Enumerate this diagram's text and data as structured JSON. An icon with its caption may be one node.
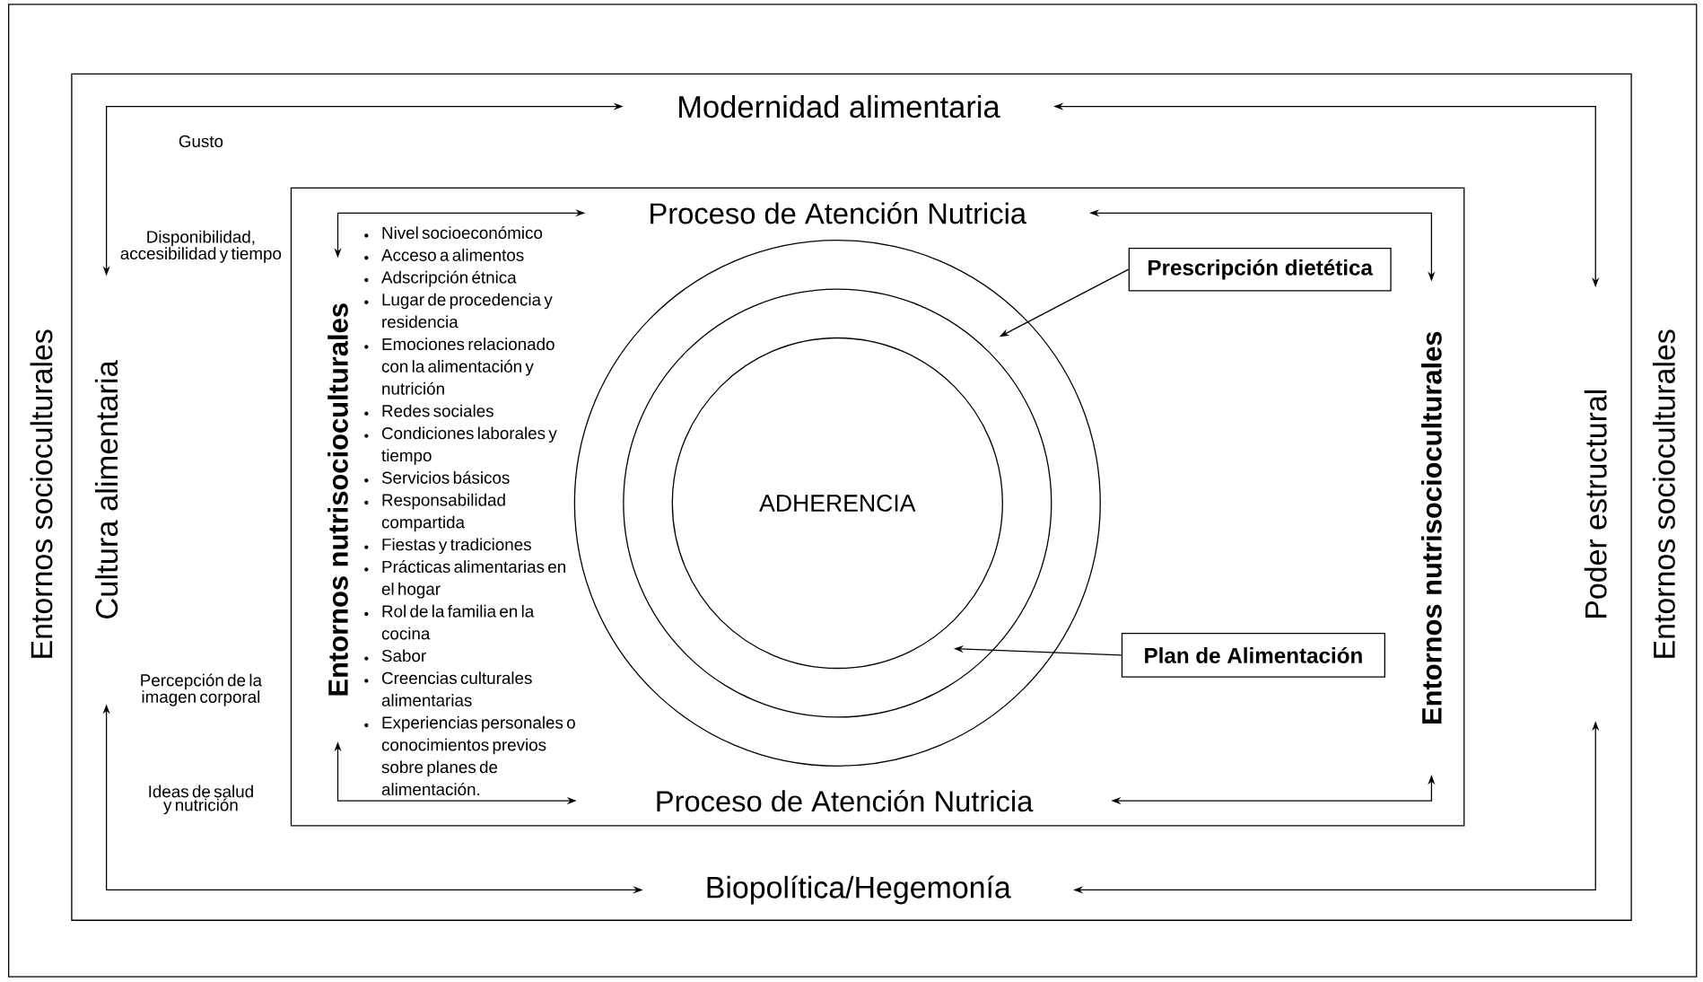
{
  "diagram": {
    "nodes": [
      {
        "text": [
          "Entornos socioculturales",
          "Entornos socioculturales"
        ]
      },
      {
        "text": [],
        "shape": "box",
        "in": 0
      },
      {
        "text": [
          "Modernidad alimentaria"
        ],
        "in": 1
      },
      {
        "text": [
          "Cultura alimentaria"
        ],
        "in": 1
      },
      {
        "text": [
          "Poder estructural"
        ],
        "in": 1
      },
      {
        "text": [
          "Biopolítica/Hegemonía"
        ],
        "in": 1
      },
      {
        "text": [],
        "shape": "box",
        "in": 1
      },
      {
        "text": [
          "Proceso de Atención Nutricia"
        ],
        "in": 6
      },
      {
        "text": [
          "Entornos nutrisocioculturales"
        ],
        "in": 6
      },
      {
        "text": [
          "Entornos nutrisocioculturales"
        ],
        "in": 6
      },
      {
        "text": [
          "Proceso de Atención Nutricia"
        ],
        "in": 6
      },
      {
        "text": [],
        "shape": "circle",
        "in": 6
      },
      {
        "text": [],
        "shape": "circle",
        "in": 11
      },
      {
        "text": [
          "ADHERENCIA"
        ],
        "in": 12
      },
      {
        "text": [
          "Prescripción dietética"
        ],
        "in": 6
      },
      {
        "text": [
          "Plan de Alimentación"
        ],
        "in": 6
      }
    ],
    "edges": [
      {
        "from": 2,
        "to": 3,
        "arrow": "both"
      },
      {
        "from": 2,
        "to": 4,
        "arrow": "both"
      },
      {
        "from": 5,
        "to": 3,
        "arrow": "both"
      },
      {
        "from": 5,
        "to": 4,
        "arrow": "both"
      },
      {
        "from": 7,
        "to": 8,
        "arrow": "both"
      },
      {
        "from": 7,
        "to": 9,
        "arrow": "both"
      },
      {
        "from": 10,
        "to": 8,
        "arrow": "both"
      },
      {
        "from": 10,
        "to": 9,
        "arrow": "both"
      },
      {
        "from": 14,
        "to": 11,
        "arrow": "to"
      },
      {
        "from": 15,
        "to": 12,
        "arrow": "to"
      }
    ],
    "labels": [
      "Gusto",
      "Disponibilidad, accesibilidad y tiempo",
      "Percepción de la imagen corporal",
      "Ideas de salud y nutrición",
      "Nivel socioeconómico",
      "Acceso a alimentos",
      "Adscripción étnica",
      "Lugar de procedencia y residencia",
      "Emociones relacionado con la alimentación y nutrición",
      "Redes sociales",
      "Condiciones laborales y tiempo",
      "Servicios básicos",
      "Responsabilidad compartida",
      "Fiestas y tradiciones",
      "Prácticas alimentarias en el hogar",
      "Rol de la familia en la cocina",
      "Sabor",
      "Creencias culturales alimentarias",
      "Experiencias personales o conocimientos previos sobre planes de alimentación."
    ]
  }
}
